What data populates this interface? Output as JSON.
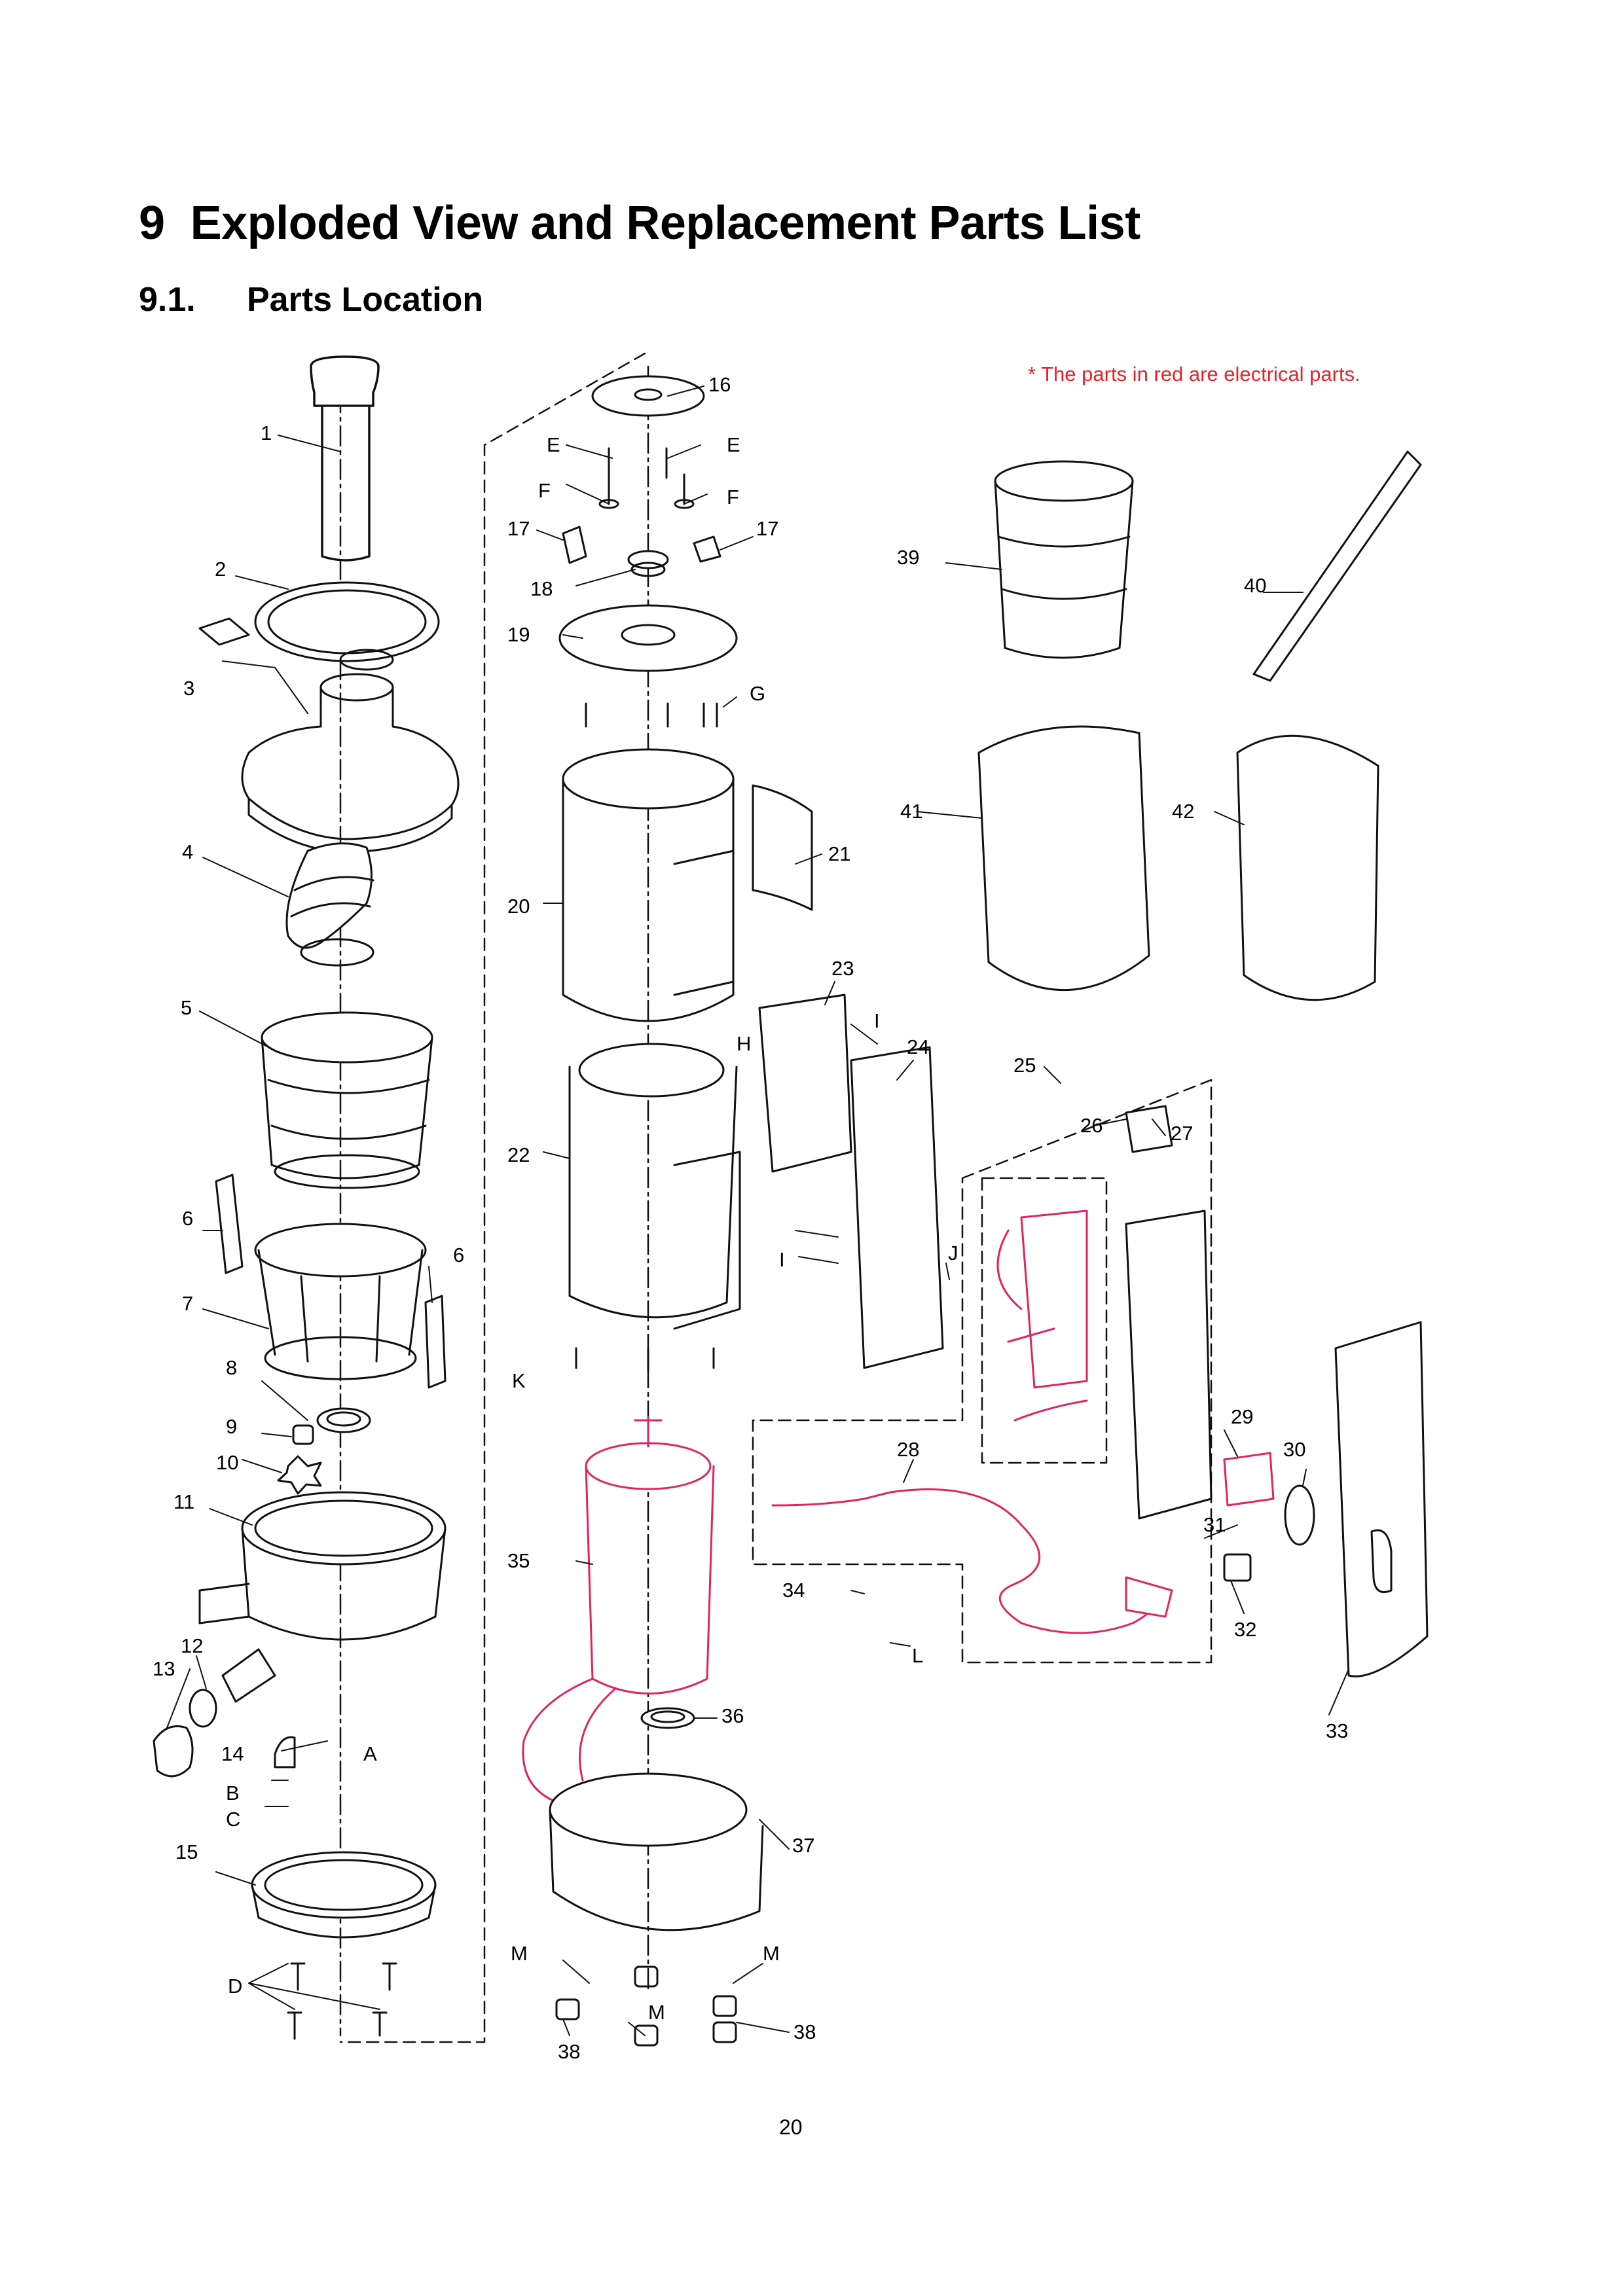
{
  "section": {
    "number": "9",
    "title": "Exploded View and Replacement Parts List"
  },
  "subsection": {
    "number": "9.1.",
    "title": "Parts Location"
  },
  "note": {
    "text": "* The parts in red are electrical parts.",
    "color": "#e8212a"
  },
  "colors": {
    "line": "#111111",
    "electrical": "#e0245e"
  },
  "callouts": [
    "1",
    "2",
    "3",
    "4",
    "5",
    "6",
    "6",
    "7",
    "8",
    "9",
    "10",
    "11",
    "12",
    "13",
    "14",
    "15",
    "16",
    "17",
    "17",
    "18",
    "19",
    "20",
    "21",
    "22",
    "23",
    "24",
    "25",
    "26",
    "27",
    "28",
    "29",
    "30",
    "31",
    "32",
    "33",
    "34",
    "35",
    "36",
    "37",
    "38",
    "38",
    "39",
    "40",
    "41",
    "42",
    "A",
    "B",
    "C",
    "D",
    "E",
    "E",
    "F",
    "F",
    "G",
    "H",
    "I",
    "I",
    "J",
    "K",
    "L",
    "M",
    "M",
    "M"
  ],
  "page_number": "20"
}
